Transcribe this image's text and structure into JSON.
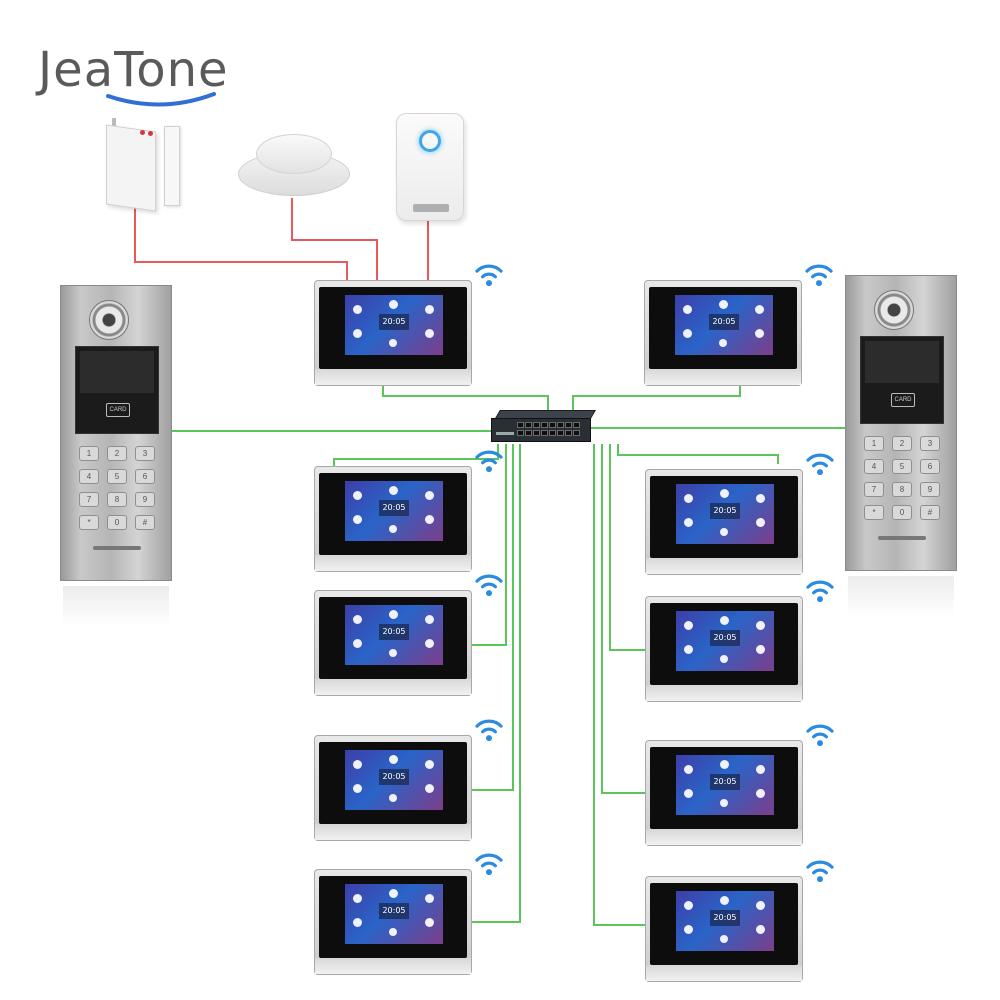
{
  "logo": {
    "text": "JeaTone",
    "swoosh_color": "#2f6fd6"
  },
  "door_station": {
    "card_label": "CARD",
    "keys": [
      "1",
      "2",
      "3",
      "4",
      "5",
      "6",
      "7",
      "8",
      "9",
      "*",
      "0",
      "#"
    ]
  },
  "monitor": {
    "clock_text": "20:05"
  },
  "colors": {
    "wired_network": "#5bc45b",
    "alarm_wire": "#e8595b",
    "wifi": "#2b8be0"
  },
  "icons": {
    "wifi": "wifi-icon",
    "camera": "camera-icon"
  }
}
